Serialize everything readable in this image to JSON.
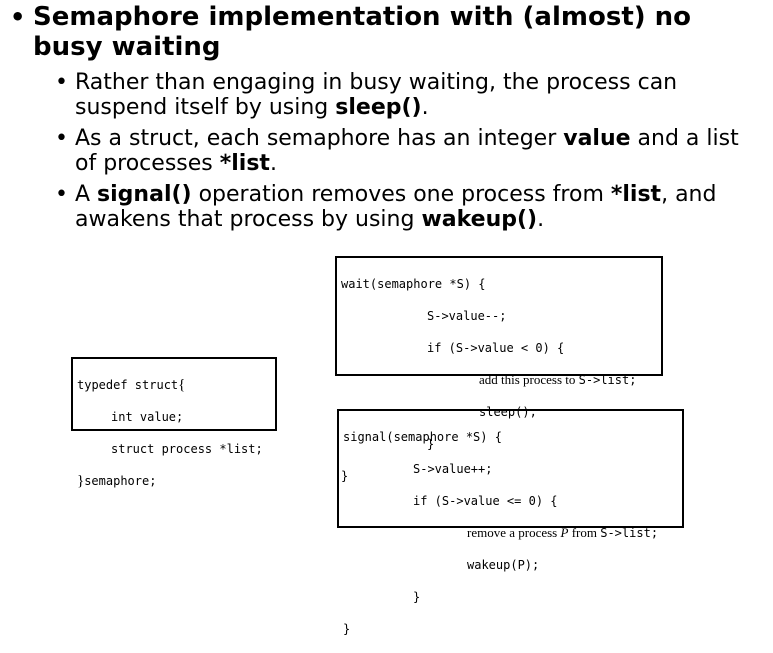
{
  "heading": {
    "bullet": "•",
    "text": "Semaphore implementation with (almost) no busy waiting"
  },
  "points": [
    {
      "bullet": "•",
      "parts": [
        "Rather than engaging in busy waiting, the process can suspend itself by using ",
        "sleep()",
        "."
      ]
    },
    {
      "bullet": "•",
      "parts": [
        "As a struct, each semaphore has an integer ",
        "value",
        " and a list of processes ",
        "*list",
        "."
      ]
    },
    {
      "bullet": "•",
      "parts": [
        "A ",
        "signal()",
        " operation removes one process from ",
        "*list",
        ", and awakens that process by using ",
        "wakeup()",
        "."
      ]
    }
  ],
  "wait_code": {
    "l1": "wait(semaphore *S) {",
    "l2": "S->value--;",
    "l3": "if (S->value < 0) {",
    "l4a": "add this process to ",
    "l4b": "S->list",
    "l4c": ";",
    "l5": "sleep();",
    "l6": "}",
    "l7": "}"
  },
  "struct_code": {
    "l1a": "typedef struct",
    "l1b": "{",
    "l2": "int value;",
    "l3": "struct process *list;",
    "l4a": "}",
    "l4b": "semaphore;"
  },
  "signal_code": {
    "l1": "signal(semaphore *S) {",
    "l2": "S->value++;",
    "l3": "if (S->value <= 0) {",
    "l4a": "remove a process ",
    "l4b": "P",
    "l4c": " from ",
    "l4d": "S->list",
    "l4e": ";",
    "l5": "wakeup(P);",
    "l6": "}",
    "l7": "}"
  }
}
